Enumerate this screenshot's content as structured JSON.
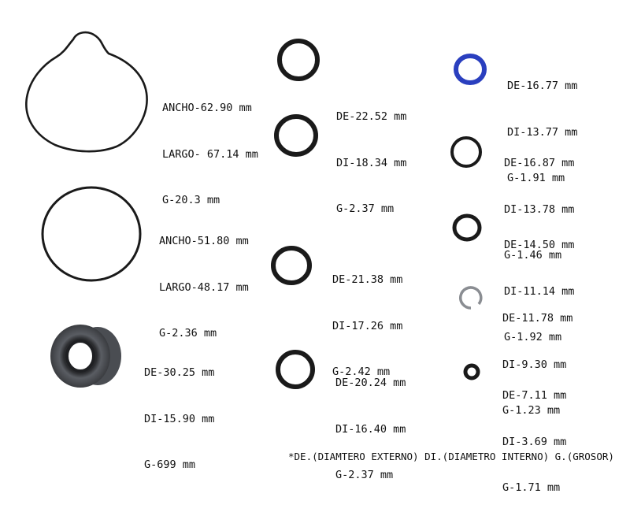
{
  "parts": [
    {
      "lines": [
        "ANCHO-62.90 mm",
        "LARGO- 67.14 mm",
        "G-20.3 mm"
      ]
    },
    {
      "lines": [
        "ANCHO-51.80 mm",
        "LARGO-48.17 mm",
        "G-2.36 mm"
      ]
    },
    {
      "lines": [
        "DE-30.25 mm",
        "DI-15.90 mm",
        "G-699 mm"
      ]
    },
    {
      "lines": [
        "DE-22.52 mm",
        "DI-18.34 mm",
        "G-2.37 mm"
      ]
    },
    {
      "lines": [
        "DE-21.38 mm",
        "DI-17.26 mm",
        "G-2.42 mm"
      ]
    },
    {
      "lines": [
        "DE-20.24 mm",
        "DI-16.40 mm",
        "G-2.37 mm"
      ]
    },
    {
      "lines": [
        "DE-16.77 mm",
        "DI-13.77 mm",
        "G-1.91 mm"
      ]
    },
    {
      "lines": [
        "DE-16.87 mm",
        "DI-13.78 mm",
        "G-1.46 mm"
      ]
    },
    {
      "lines": [
        "DE-14.50 mm",
        "DI-11.14 mm",
        "G-1.92 mm"
      ]
    },
    {
      "lines": [
        "DE-11.78 mm",
        "DI-9.30 mm",
        "G-1.23 mm"
      ]
    },
    {
      "lines": [
        "DE-7.11 mm",
        "DI-3.69 mm",
        "G-1.71 mm"
      ]
    }
  ],
  "footnote": "*DE.(DIAMTERO EXTERNO) DI.(DIAMETRO INTERNO) G.(GROSOR)",
  "colors": {
    "ring": "#1a1a1a",
    "blue_ring": "#2a3fbf",
    "seal_body": "#5a5d63",
    "retaining_ring": "#8a8d92"
  }
}
